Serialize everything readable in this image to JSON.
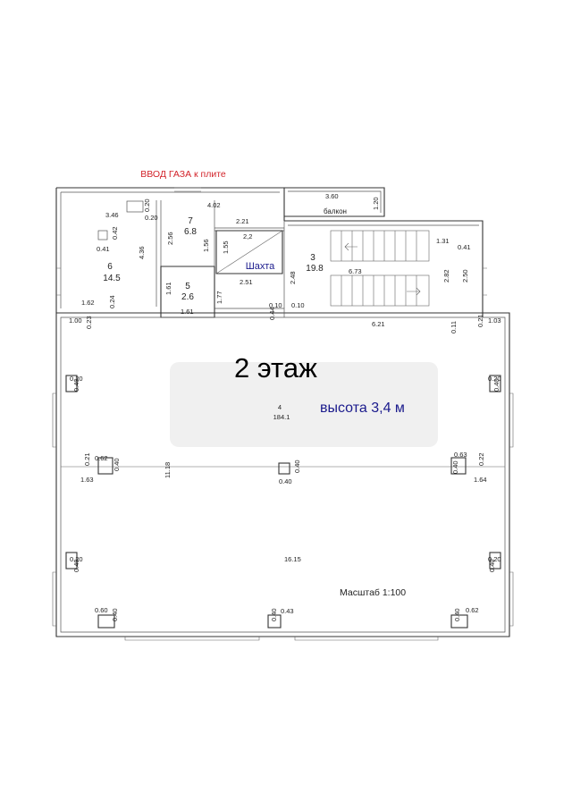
{
  "floor_title": "2 этаж",
  "height_label": "высота 3,4 м",
  "scale_label": "Масштаб 1:100",
  "gas_label": "ВВОД ГАЗА к плите",
  "shaft_label": "Шахта",
  "balcony_label": "балкон",
  "colors": {
    "gas": "#d2232a",
    "annotation": "#1a1a8c",
    "wall": "#333333"
  },
  "rooms": [
    {
      "num": "6",
      "area": "14.5"
    },
    {
      "num": "7",
      "area": "6.8"
    },
    {
      "num": "5",
      "area": "2.6"
    },
    {
      "num": "3",
      "area": "19.8"
    },
    {
      "num": "4",
      "area": "184.1"
    }
  ],
  "dims": [
    "3.60",
    "1.20",
    "4.02",
    "0.20",
    "3.46",
    "0.20",
    "2.21",
    "0.42",
    "0.41",
    "4.36",
    "2.56",
    "1.56",
    "2,2",
    "1.55",
    "1.31",
    "0.41",
    "2.82",
    "2.50",
    "6.73",
    "2.48",
    "2.51",
    "1.62",
    "0.24",
    "1.61",
    "1.61",
    "1.77",
    "0.10",
    "0.10",
    "0.44",
    "1.00",
    "0.23",
    "6.21",
    "0.11",
    "0.21",
    "1.03",
    "0.20",
    "0.40",
    "0.20",
    "0.40",
    "0.21",
    "0.62",
    "0.40",
    "11.18",
    "0.40",
    "0.40",
    "0.63",
    "0.22",
    "0.40",
    "1.63",
    "1.64",
    "0.20",
    "0.40",
    "16.15",
    "0.20",
    "0.40",
    "0.60",
    "0.40",
    "0.40",
    "0.43",
    "0.40",
    "0.62"
  ]
}
